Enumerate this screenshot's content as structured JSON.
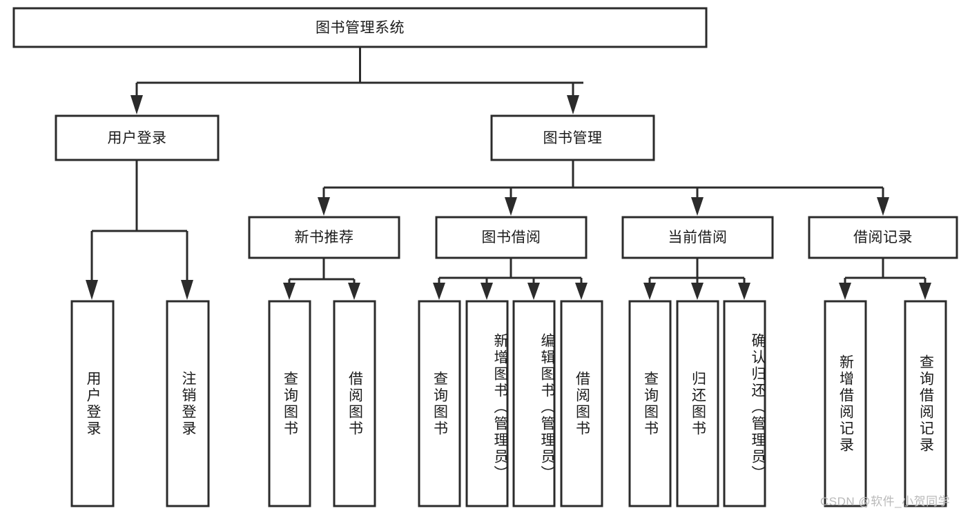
{
  "diagram": {
    "type": "tree",
    "title": "图书管理系统",
    "orientation": "top-down",
    "root": {
      "id": "root",
      "label": "图书管理系统",
      "text_direction": "horizontal"
    },
    "levels": [
      {
        "level": 2,
        "nodes": [
          {
            "id": "user-login",
            "label": "用户登录",
            "text_direction": "horizontal"
          },
          {
            "id": "book-manage",
            "label": "图书管理",
            "text_direction": "horizontal"
          }
        ]
      },
      {
        "level": 3,
        "nodes": [
          {
            "id": "new-book-recommend",
            "label": "新书推荐",
            "text_direction": "horizontal",
            "parent": "book-manage"
          },
          {
            "id": "book-borrow",
            "label": "图书借阅",
            "text_direction": "horizontal",
            "parent": "book-manage"
          },
          {
            "id": "current-borrow",
            "label": "当前借阅",
            "text_direction": "horizontal",
            "parent": "book-manage"
          },
          {
            "id": "borrow-record",
            "label": "借阅记录",
            "text_direction": "horizontal",
            "parent": "book-manage"
          }
        ]
      },
      {
        "level": 4,
        "nodes": [
          {
            "id": "leaf-user-login",
            "label": "用户登录",
            "text_direction": "vertical",
            "parent": "user-login"
          },
          {
            "id": "leaf-user-logout",
            "label": "注销登录",
            "text_direction": "vertical",
            "parent": "user-login"
          },
          {
            "id": "leaf-query-book-1",
            "label": "查询图书",
            "text_direction": "vertical",
            "parent": "new-book-recommend"
          },
          {
            "id": "leaf-borrow-book-1",
            "label": "借阅图书",
            "text_direction": "vertical",
            "parent": "new-book-recommend"
          },
          {
            "id": "leaf-query-book-2",
            "label": "查询图书",
            "text_direction": "vertical",
            "parent": "book-borrow"
          },
          {
            "id": "leaf-add-book",
            "label": "新增图书（管理员）",
            "text_direction": "vertical",
            "parent": "book-borrow"
          },
          {
            "id": "leaf-edit-book",
            "label": "编辑图书（管理员）",
            "text_direction": "vertical",
            "parent": "book-borrow"
          },
          {
            "id": "leaf-borrow-book-2",
            "label": "借阅图书",
            "text_direction": "vertical",
            "parent": "book-borrow"
          },
          {
            "id": "leaf-query-book-3",
            "label": "查询图书",
            "text_direction": "vertical",
            "parent": "current-borrow"
          },
          {
            "id": "leaf-return-book",
            "label": "归还图书",
            "text_direction": "vertical",
            "parent": "current-borrow"
          },
          {
            "id": "leaf-confirm-return",
            "label": "确认归还（管理员）",
            "text_direction": "vertical",
            "parent": "current-borrow"
          },
          {
            "id": "leaf-add-record",
            "label": "新增借阅记录",
            "text_direction": "vertical",
            "parent": "borrow-record"
          },
          {
            "id": "leaf-query-record",
            "label": "查询借阅记录",
            "text_direction": "vertical",
            "parent": "borrow-record"
          }
        ]
      }
    ],
    "colors": {
      "box_stroke": "#2b2b2b",
      "box_fill": "#ffffff",
      "text": "#1b1b1b",
      "background": "#ffffff",
      "watermark": "#b9b9b9"
    }
  },
  "watermark": {
    "text": "CSDN @软件_小贺同学"
  }
}
